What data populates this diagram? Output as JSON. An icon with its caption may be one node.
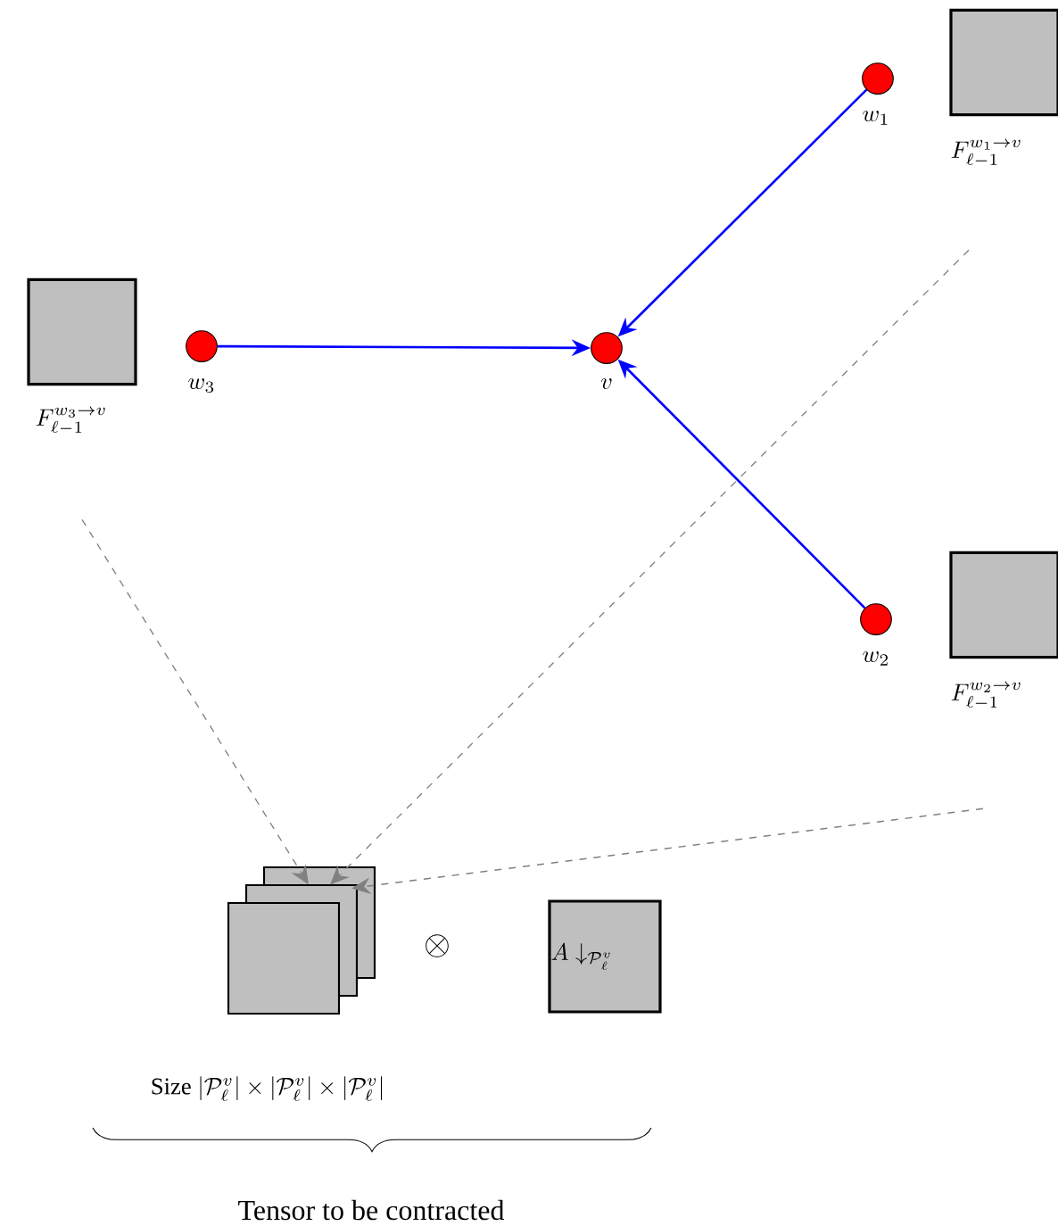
{
  "diagram": {
    "nodes": [
      {
        "text": [],
        "shape": "circle",
        "beside": [
          "w_1"
        ]
      },
      {
        "text": [],
        "shape": "circle",
        "beside": [
          "v"
        ]
      },
      {
        "text": [],
        "shape": "circle",
        "beside": [
          "w_3"
        ]
      },
      {
        "text": [],
        "shape": "circle",
        "beside": [
          "w_2"
        ]
      },
      {
        "text": [],
        "shape": "box",
        "beside": [
          "F_{\\ell-1}^{w_1\\to v}"
        ]
      },
      {
        "text": [],
        "shape": "box",
        "beside": [
          "F_{\\ell-1}^{w_3\\to v}"
        ]
      },
      {
        "text": [],
        "shape": "box",
        "beside": [
          "F_{\\ell-1}^{w_2\\to v}"
        ]
      },
      {
        "text": [],
        "shape": "box"
      },
      {
        "text": [
          "A\\downarrow_{\\mathcal{P}_\\ell^v}"
        ]
      }
    ],
    "edges": [
      {
        "from": 0,
        "to": 1,
        "arrow": "to",
        "color": "#0000ff"
      },
      {
        "from": 2,
        "to": 1,
        "arrow": "to",
        "color": "#0000ff"
      },
      {
        "from": 3,
        "to": 1,
        "arrow": "to",
        "color": "#0000ff"
      },
      {
        "from": 5,
        "to": 7,
        "arrow": "to",
        "style": "dashed",
        "color": "#808080"
      },
      {
        "from": 4,
        "to": 7,
        "arrow": "to",
        "style": "dashed",
        "color": "#808080"
      },
      {
        "from": 6,
        "to": 7,
        "arrow": "to",
        "style": "dashed",
        "color": "#808080"
      }
    ],
    "labels": [
      "\\otimes",
      "\\mbox{Size }|\\mathcal{P}_\\ell^v|\\times|\\mathcal{P}_\\ell^v|\\times|\\mathcal{P}_\\ell^v|",
      "\\mbox{Tensor to be contracted}"
    ]
  }
}
